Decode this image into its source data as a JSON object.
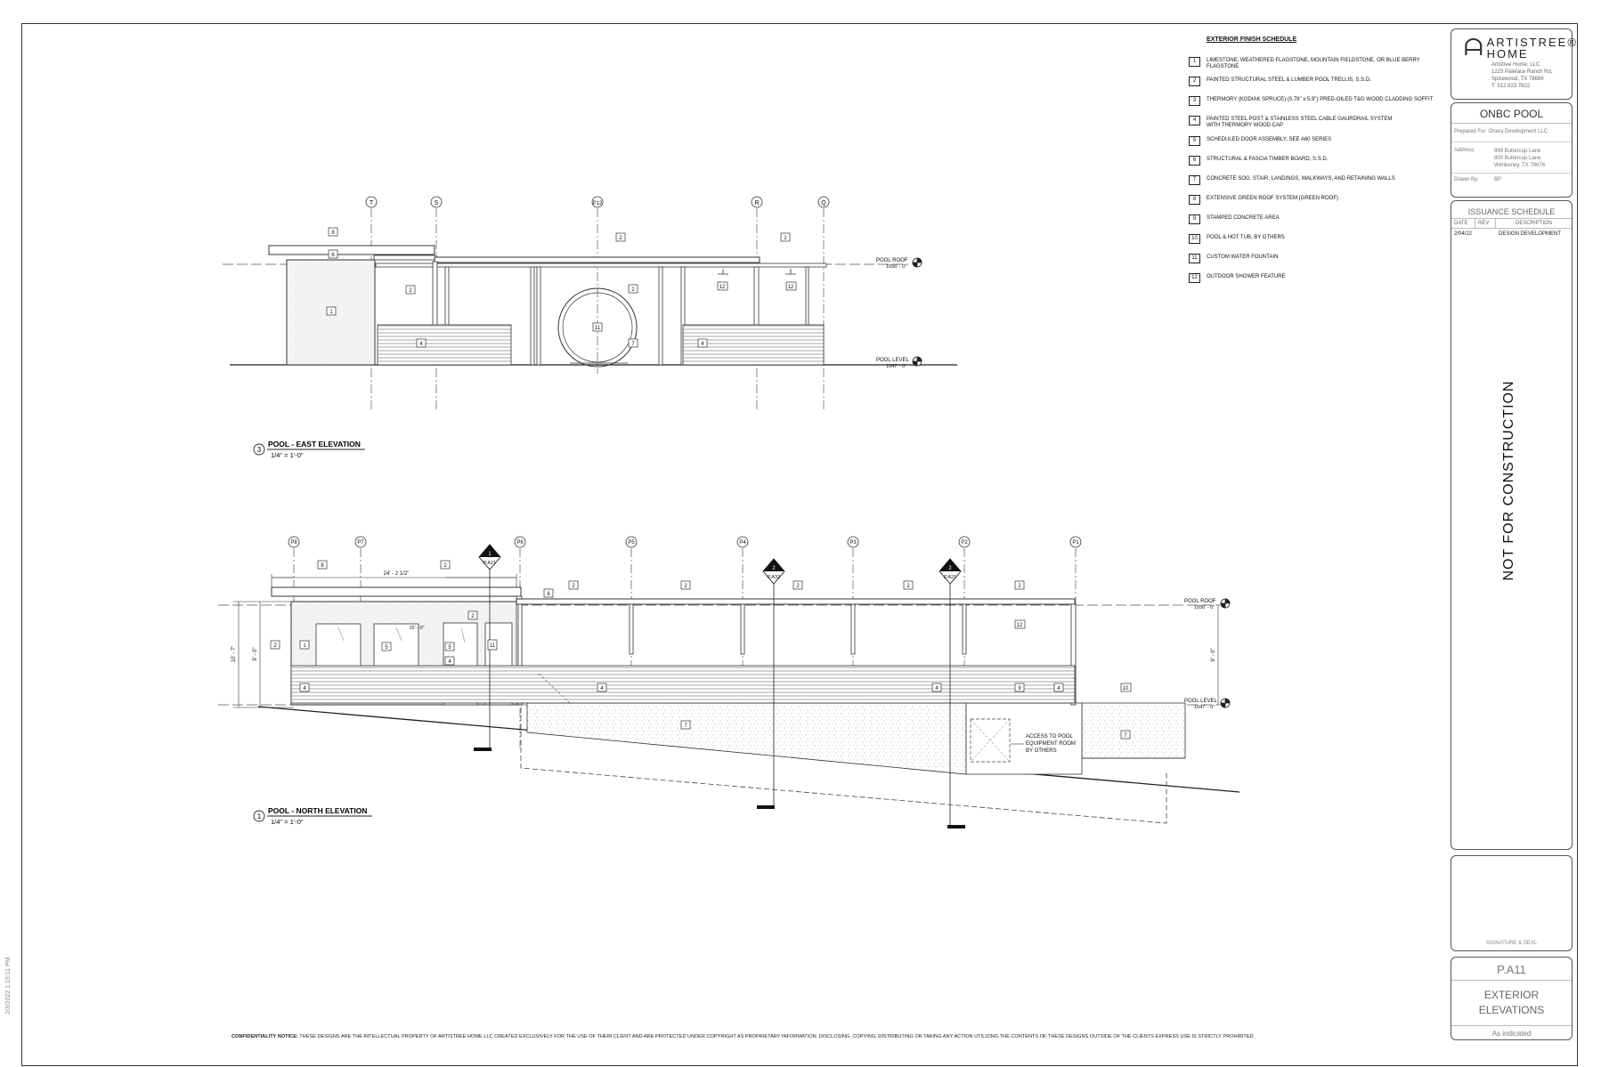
{
  "schedule": {
    "title": "EXTERIOR FINISH SCHEDULE",
    "items": [
      {
        "num": "1",
        "text": "LIMESTONE; WEATHERED FLAGSTONE, MOUNTAIN FIELDSTONE, OR BLUE BERRY FLAGSTONE"
      },
      {
        "num": "2",
        "text": "PAINTED STRUCTURAL STEEL & LUMBER POOL TRELLIS, S.S.D."
      },
      {
        "num": "3",
        "text": "THERMORY (KODIAK SPRUCE) (0.78\" x 5.9\") PRED-OILED T&G WOOD CLADDING SOFFIT"
      },
      {
        "num": "4",
        "text": "PAINTED STEEL POST & STAINLESS STEEL CABLE GAURDRAIL SYSTEM\nWITH THERMORY WOOD CAP"
      },
      {
        "num": "5",
        "text": "SCHEDULED DOOR ASSEMBLY, SEE A60 SERIES"
      },
      {
        "num": "6",
        "text": "STRUCTURAL & FASCIA TIMBER BOARD, S.S.D."
      },
      {
        "num": "7",
        "text": "CONCRETE SOG, STAIR, LANDINGS, WALKWAYS, AND RETAINING WALLS"
      },
      {
        "num": "8",
        "text": "EXTENSIVE GREEN ROOF SYSTEM (GREEN ROOF)"
      },
      {
        "num": "9",
        "text": "STAMPED CONCRETE AREA"
      },
      {
        "num": "10",
        "text": "POOL & HOT TUB, BY OTHERS"
      },
      {
        "num": "11",
        "text": "CUSTOM WATER FOUNTAIN"
      },
      {
        "num": "12",
        "text": "OUTDOOR SHOWER FEATURE"
      }
    ]
  },
  "titleblock": {
    "logo_mark": "ᗩ",
    "logo_line1": "ARTISTREE®",
    "logo_line2": "HOME",
    "company": "Artistree Home, LLC\n1223 Paleface Ranch Rd,\nSpicewood, TX 78669\nT: 512.923.7822",
    "project": "ONBC POOL",
    "prepared_for": "Prepared For: Onera Development LLC",
    "address_label": "Address:",
    "address": "999 Buttercup Lane\n800 Buttercup Lane\nWimberley, TX 78676",
    "drawn_by_label": "Drawn By:",
    "drawn_by": "BP",
    "issuance_title": "ISSUANCE SCHEDULE",
    "issuance_cols": [
      "DATE",
      "REV",
      "DESCRIPTION"
    ],
    "issuance_rows": [
      {
        "date": "2/04/22",
        "rev": "",
        "desc": "DESIGN DEVELOPMENT"
      }
    ],
    "stamp": "NOT FOR CONSTRUCTION",
    "seal_label": "SIGNATURE & SEAL",
    "sheet_number": "P.A11",
    "sheet_title": "EXTERIOR\nELEVATIONS",
    "scale": "As indicated"
  },
  "confidentiality": {
    "label": "CONFIDENTIALITY NOTICE:",
    "text": " THESE DESIGNS ARE THE INTELLECTUAL PROPERTY OF ARTISTREE HOME LLC CREATED EXCLUSIVELY FOR THE USE OF THEIR CLIENT AND ARE PROTECTED UNDER COPYRIGHT AS PROPRIETARY INFORMATION. DISCLOSING, COPYING, DISTRIBUTING OR TAKING ANY ACTION UTILIZING THE CONTENTS OF THESE DESIGNS OUTSIDE OF THE CLIENTS EXPRESS USE IS STRICTLY PROHIBITED."
  },
  "date_stamp": "2/3/2022 1:15:11 PM",
  "east": {
    "title": "POOL - EAST ELEVATION",
    "view_number": "3",
    "scale": "1/4\" = 1'-0\"",
    "grids": [
      "T",
      "S",
      "P12",
      "R",
      "Q"
    ],
    "level_roof": "POOL ROOF",
    "level_roof_elev": "1056' - 0\"",
    "level_pool": "POOL LEVEL",
    "level_pool_elev": "1047' - 0\""
  },
  "north": {
    "title": "POOL - NORTH ELEVATION",
    "view_number": "1",
    "scale": "1/4\" = 1'-0\"",
    "grids": [
      "P8",
      "P7",
      "P6",
      "P5",
      "P4",
      "P3",
      "P2",
      "P1"
    ],
    "dim_width": "24' - 2 1/2\"",
    "dim_height_total": "10' - 7\"",
    "dim_height": "9' - 0\"",
    "dim_height_right": "9' - 0\"",
    "dim_door": "15' - 0\"",
    "level_roof": "POOL ROOF",
    "level_roof_elev": "1056' - 0\"",
    "level_pool": "POOL LEVEL",
    "level_pool_elev": "1047' - 0\"",
    "access_note": "ACCESS TO POOL\nEQUIPMENT ROOM\nBY OTHERS",
    "section_tags": [
      {
        "top": "1",
        "bottom": "P.A21"
      },
      {
        "top": "2",
        "bottom": "P.A32"
      },
      {
        "top": "2",
        "bottom": "P.A21"
      }
    ]
  }
}
